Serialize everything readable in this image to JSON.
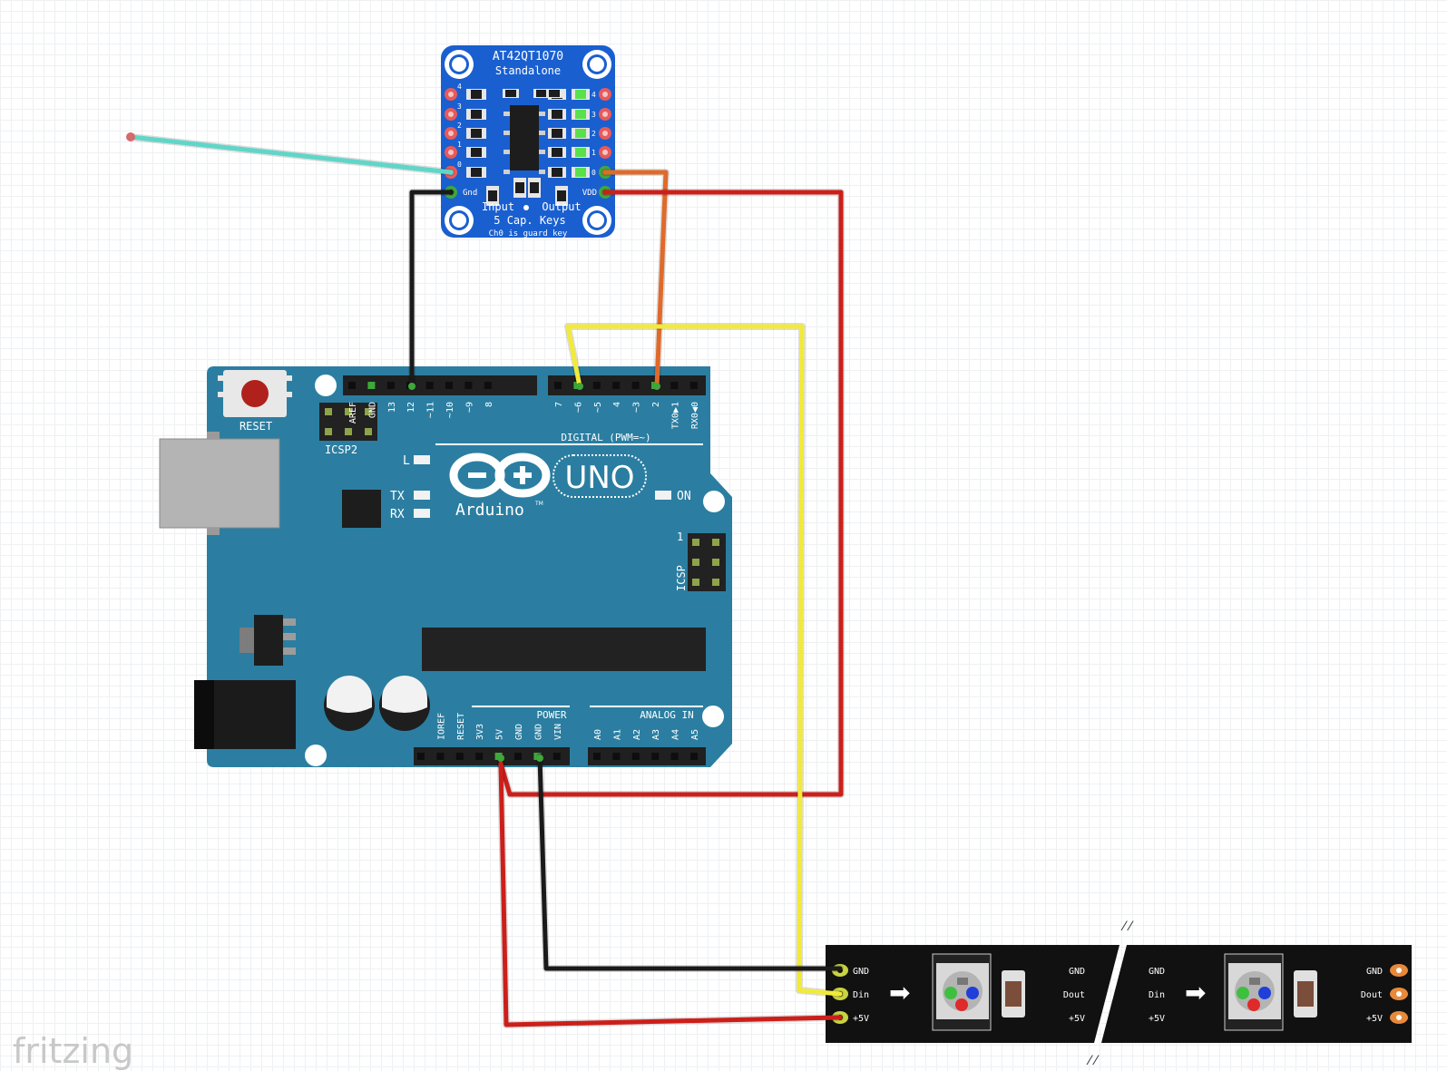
{
  "touch_board": {
    "title": "AT42QT1070",
    "subtitle": "Standalone",
    "left_pins": [
      "4",
      "3",
      "2",
      "1",
      "0"
    ],
    "right_pins": [
      "4",
      "3",
      "2",
      "1",
      "0"
    ],
    "gnd_label": "Gnd",
    "vdd_label": "VDD",
    "input_label": "Input",
    "output_label": "Output",
    "keys_label": "5 Cap. Keys",
    "guard_label": "Ch0 is guard key"
  },
  "arduino": {
    "reset_label": "RESET",
    "icsp2_label": "ICSP2",
    "icsp_label": "ICSP",
    "icsp_pin1": "1",
    "brand": "Arduino",
    "tm": "TM",
    "model": "UNO",
    "led_l": "L",
    "led_tx": "TX",
    "led_rx": "RX",
    "led_on": "ON",
    "digital_label": "DIGITAL (PWM=~)",
    "digital_pins": [
      "AREF",
      "GND",
      "13",
      "12",
      "~11",
      "~10",
      "~9",
      "8",
      "7",
      "~6",
      "~5",
      "4",
      "~3",
      "2",
      "TX0▶1",
      "RX0◀0"
    ],
    "power_label": "POWER",
    "analog_label": "ANALOG IN",
    "power_pins": [
      "IOREF",
      "RESET",
      "3V3",
      "5V",
      "GND",
      "GND",
      "VIN"
    ],
    "analog_pins": [
      "A0",
      "A1",
      "A2",
      "A3",
      "A4",
      "A5"
    ]
  },
  "strip": {
    "seg1_in": [
      "GND",
      "Din",
      "+5V"
    ],
    "seg1_out": [
      "GND",
      "Dout",
      "+5V"
    ],
    "seg2_in": [
      "GND",
      "Din",
      "+5V"
    ],
    "seg2_out": [
      "GND",
      "Dout",
      "+5V"
    ]
  },
  "watermark": "fritzing",
  "wire_colors": {
    "cyan": "#5fd6c8",
    "black": "#1a1a1a",
    "red": "#cc1f1a",
    "orange": "#e06a2a",
    "yellow": "#f2ea3a"
  },
  "colors": {
    "arduino_board": "#2b7ea1",
    "touch_board": "#1a5fd0",
    "strip": "#111111"
  }
}
